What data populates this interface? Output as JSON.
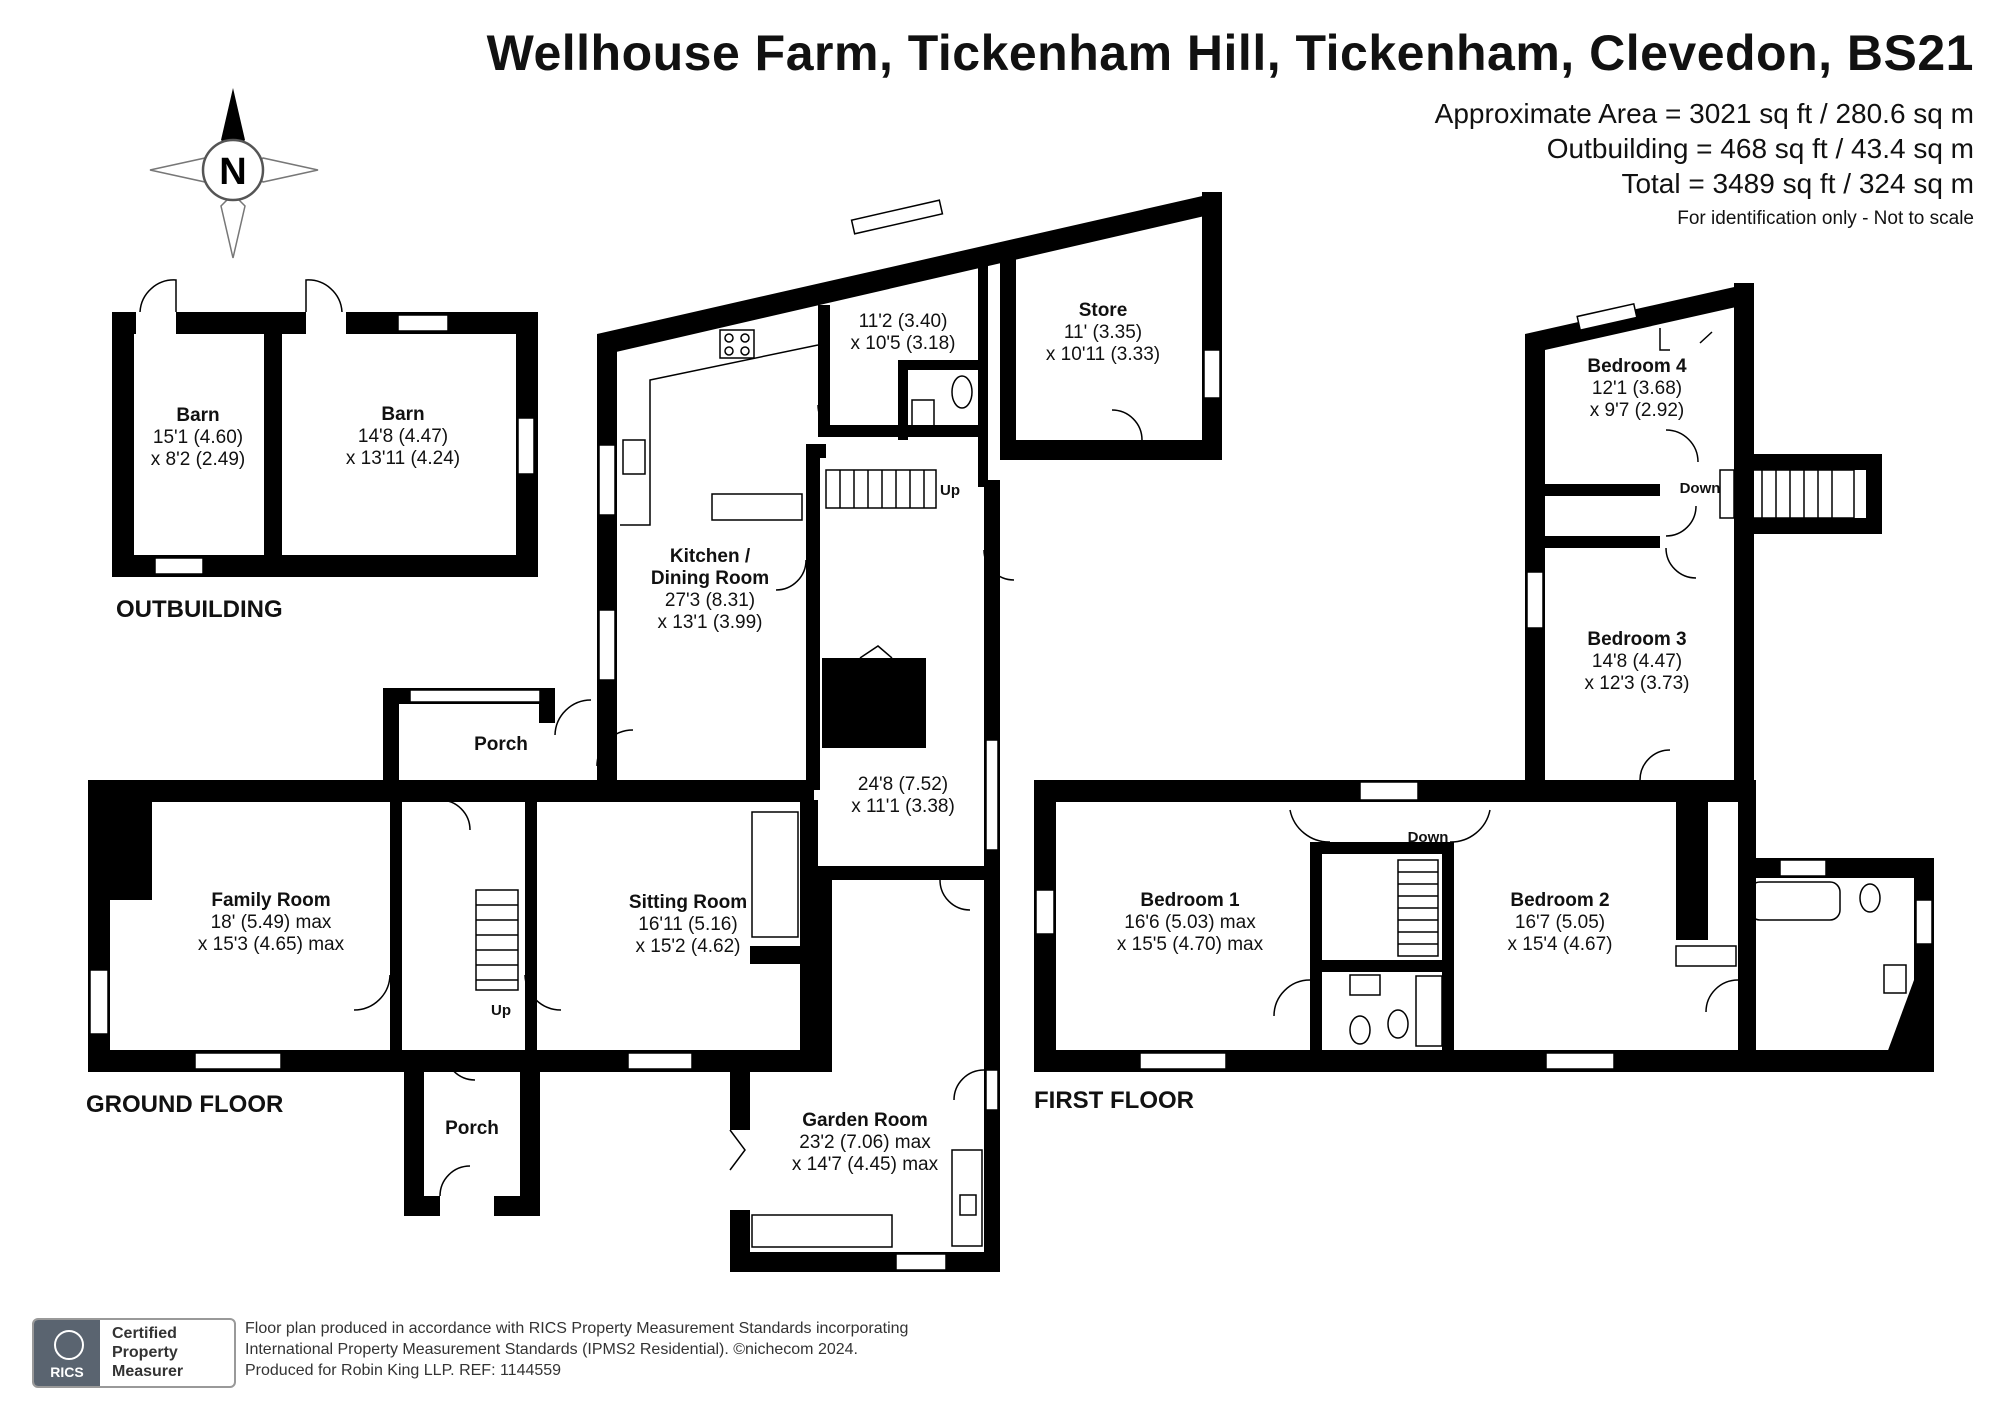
{
  "header": {
    "title": "Wellhouse Farm, Tickenham Hill, Tickenham, Clevedon, BS21",
    "area_lines": [
      "Approximate Area = 3021 sq ft / 280.6 sq m",
      "Outbuilding = 468 sq ft / 43.4 sq m",
      "Total = 3489 sq ft / 324 sq m"
    ],
    "disclaimer": "For identification only - Not to scale"
  },
  "compass": {
    "label": "N"
  },
  "floors": {
    "outbuilding": "OUTBUILDING",
    "ground": "GROUND FLOOR",
    "first": "FIRST FLOOR"
  },
  "rooms": {
    "barn1": {
      "name": "Barn",
      "dim1": "15'1 (4.60)",
      "dim2": "x 8'2 (2.49)"
    },
    "barn2": {
      "name": "Barn",
      "dim1": "14'8 (4.47)",
      "dim2": "x 13'11 (4.24)"
    },
    "utility": {
      "dim1": "11'2 (3.40)",
      "dim2": "x 10'5 (3.18)"
    },
    "store": {
      "name": "Store",
      "dim1": "11' (3.35)",
      "dim2": "x 10'11 (3.33)"
    },
    "kitchen": {
      "name1": "Kitchen /",
      "name2": "Dining Room",
      "dim1": "27'3 (8.31)",
      "dim2": "x 13'1 (3.99)"
    },
    "porch_back": {
      "name": "Porch"
    },
    "hall_room": {
      "dim1": "24'8 (7.52)",
      "dim2": "x 11'1 (3.38)"
    },
    "family": {
      "name": "Family Room",
      "dim1": "18' (5.49) max",
      "dim2": "x 15'3 (4.65) max"
    },
    "sitting": {
      "name": "Sitting Room",
      "dim1": "16'11 (5.16)",
      "dim2": "x 15'2 (4.62)"
    },
    "porch_front": {
      "name": "Porch"
    },
    "garden": {
      "name": "Garden Room",
      "dim1": "23'2 (7.06) max",
      "dim2": "x 14'7 (4.45) max"
    },
    "bed4": {
      "name": "Bedroom 4",
      "dim1": "12'1 (3.68)",
      "dim2": "x 9'7 (2.92)"
    },
    "bed3": {
      "name": "Bedroom 3",
      "dim1": "14'8 (4.47)",
      "dim2": "x 12'3 (3.73)"
    },
    "bed1": {
      "name": "Bedroom 1",
      "dim1": "16'6 (5.03) max",
      "dim2": "x 15'5 (4.70) max"
    },
    "bed2": {
      "name": "Bedroom 2",
      "dim1": "16'7 (5.05)",
      "dim2": "x 15'4 (4.67)"
    }
  },
  "stair_labels": {
    "up_kitchen": "Up",
    "up_hall": "Up",
    "down_bed4": "Down",
    "down_landing": "Down"
  },
  "badge": {
    "logo": "RICS",
    "text": "Certified\nProperty\nMeasurer"
  },
  "footer": [
    "Floor plan produced in accordance with RICS Property Measurement Standards incorporating",
    "International Property Measurement Standards (IPMS2 Residential).   ©nichecom 2024.",
    "Produced for Robin King LLP.   REF:  1144559"
  ]
}
